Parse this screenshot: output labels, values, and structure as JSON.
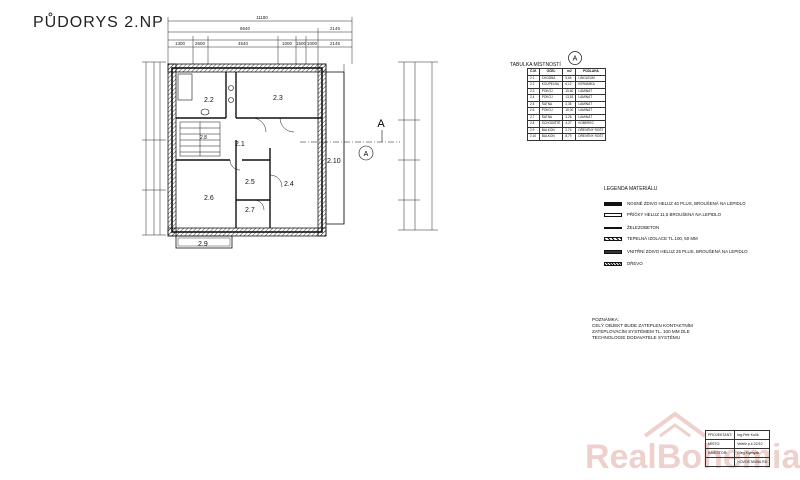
{
  "title": "PŮDORYS 2.NP",
  "plan": {
    "rooms": [
      {
        "id": "2.1"
      },
      {
        "id": "2.2"
      },
      {
        "id": "2.3"
      },
      {
        "id": "2.4"
      },
      {
        "id": "2.5"
      },
      {
        "id": "2.6"
      },
      {
        "id": "2.7"
      },
      {
        "id": "2.8"
      },
      {
        "id": "2.9"
      },
      {
        "id": "2.10"
      }
    ],
    "section_marker": "A",
    "dimensions": {
      "overall": "11180",
      "sub_top": [
        "8640",
        "2145"
      ],
      "segments": [
        "1300",
        "2600",
        "4540",
        "1000",
        "1500",
        "1000",
        "2145"
      ]
    }
  },
  "table": {
    "caption": "TABULKA MÍSTNOSTÍ",
    "marker": "A",
    "headers": [
      "Č.M.",
      "OČEL",
      "m2",
      "PODLAHA"
    ],
    "rows": [
      [
        "2.1",
        "CHODBA",
        "5,64",
        "LINOLEUM"
      ],
      [
        "2.2",
        "KOUPELNA",
        "6,12",
        "KERAMIKA"
      ],
      [
        "2.3",
        "POKOJ",
        "15,60",
        "LAMINÁT"
      ],
      [
        "2.4",
        "POKOJ",
        "13,53",
        "LAMINÁT"
      ],
      [
        "2.5",
        "ŠATNA",
        "2,35",
        "LAMINÁT"
      ],
      [
        "2.6",
        "POKOJ",
        "16,00",
        "LAMINÁT"
      ],
      [
        "2.7",
        "ŠATNA",
        "3,26",
        "LAMINÁT"
      ],
      [
        "2.8",
        "SCHODIŠTĚ",
        "4,27",
        "KOBEREC"
      ],
      [
        "2.9",
        "BALKON",
        "2,74",
        "DŘEVĚNÝ ROŠT"
      ],
      [
        "2.10",
        "BALKON",
        "8,79",
        "DŘEVĚNÝ ROŠT"
      ]
    ]
  },
  "legend": {
    "title": "LEGENDA MATERIÁLU",
    "items": [
      {
        "label": "NOSNÉ ZDIVO HELUZ 40 PLUS, BROUŠENÁ NA LEPIDLO",
        "style": "solid"
      },
      {
        "label": "PŘÍČKY HELUZ 11,5 BROUŠENÁ NA LEPIDLO",
        "style": "empty"
      },
      {
        "label": "ŽELEZOBETON",
        "style": "thin"
      },
      {
        "label": "TEPELNÁ IZOLACE TL.100, 50 MM",
        "style": "hatch"
      },
      {
        "label": "VNITŘNÍ ZDIVO HELUZ 25 PLUS, BROUŠENÁ NA LEPIDLO",
        "style": "dark"
      },
      {
        "label": "DŘEVO",
        "style": "cross"
      }
    ]
  },
  "notes": {
    "heading": "POZNÁMKA:",
    "text": "CELÝ OBJEKT BUDE ZATEPLEN KONTAKTNÍM ZATEPLOVACÍM SYSTÉMEM TL. 100 MM DLE TECHNOLOGIE DODAVATELE SYSTÉMU"
  },
  "stamp": {
    "rows": [
      [
        "PROJEKTANT:",
        "Ing.Petr Kulík"
      ],
      [
        "MÍSTO:",
        "Veltěž p.č.22/10"
      ],
      [
        "INVESTOR:",
        "Oleg Klymyak"
      ],
      [
        "",
        "NOVOSTAVBA RD"
      ]
    ]
  },
  "watermark": "RealBohemia.cz",
  "colors": {
    "line": "#111111",
    "watermark": "#cd786e"
  }
}
